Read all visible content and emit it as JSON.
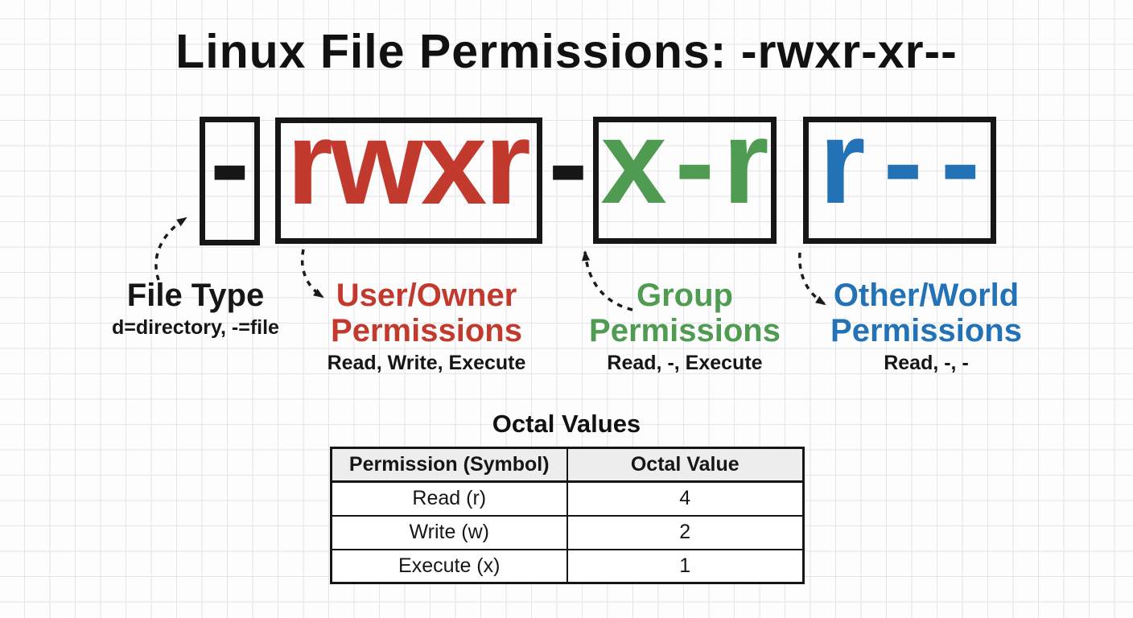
{
  "title": "Linux File Permissions: -rwxr-xr--",
  "permission_display": {
    "file_type_char": "-",
    "user_chars": "rwxr",
    "separator_char": "-",
    "group_chars": "x-r",
    "other_chars": "r--"
  },
  "annotations": {
    "file_type": {
      "line1": "File Type",
      "subtitle": "d=directory, -=file"
    },
    "user": {
      "line1": "User/Owner",
      "line2": "Permissions",
      "subtitle": "Read, Write, Execute"
    },
    "group": {
      "line1": "Group",
      "line2": "Permissions",
      "subtitle": "Read, -, Execute"
    },
    "other": {
      "line1": "Other/World",
      "line2": "Permissions",
      "subtitle": "Read, -, -"
    }
  },
  "octal_values": {
    "title": "Octal Values",
    "table": {
      "headers": [
        "Permission (Symbol)",
        "Octal Value"
      ],
      "rows": [
        [
          "Read (r)",
          "4"
        ],
        [
          "Write (w)",
          "2"
        ],
        [
          "Execute (x)",
          "1"
        ]
      ]
    }
  },
  "colors": {
    "user_red": "#c23a2e",
    "group_green": "#4f9b52",
    "other_blue": "#2272b5",
    "ink": "#161616",
    "grid_line": "#e4e4e9",
    "table_header_bg": "#ededed"
  }
}
